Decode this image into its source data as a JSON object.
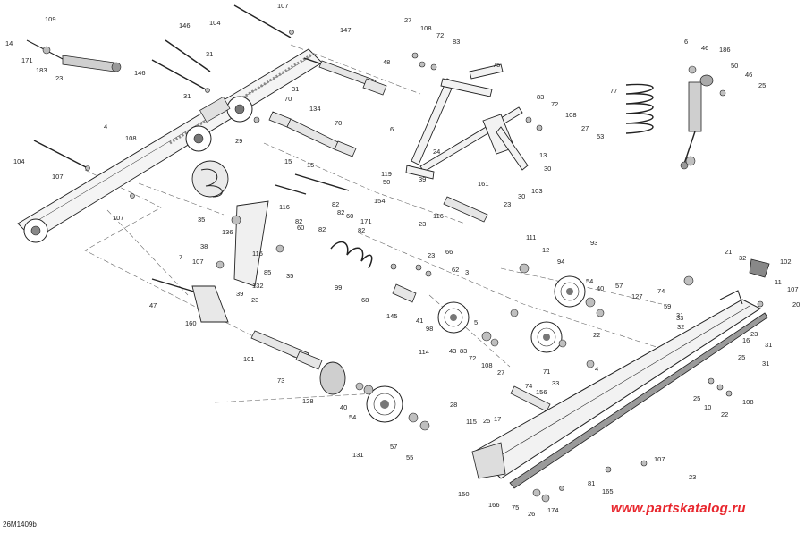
{
  "diagram": {
    "doc_id": "26M1409b",
    "watermark": "www.partskatalog.ru",
    "colors": {
      "line": "#222222",
      "dash": "#555555",
      "metal": "#bdbdbd",
      "dark": "#6a6a6a",
      "watermark": "#e8262d"
    },
    "callouts": [
      "109",
      "14",
      "171",
      "183",
      "23",
      "104",
      "107",
      "146",
      "31",
      "146",
      "31",
      "4",
      "108",
      "104",
      "107",
      "107",
      "29",
      "31",
      "70",
      "134",
      "70",
      "147",
      "48",
      "27",
      "108",
      "72",
      "83",
      "75",
      "6",
      "46",
      "186",
      "50",
      "46",
      "25",
      "77",
      "53",
      "83",
      "72",
      "108",
      "27",
      "15",
      "15",
      "6",
      "24",
      "119",
      "50",
      "154",
      "39",
      "82",
      "82",
      "60",
      "171",
      "82",
      "116",
      "60",
      "82",
      "116",
      "23",
      "161",
      "13",
      "30",
      "23",
      "30",
      "103",
      "35",
      "136",
      "38",
      "85",
      "35",
      "116",
      "132",
      "82",
      "7",
      "107",
      "39",
      "23",
      "47",
      "160",
      "99",
      "68",
      "23",
      "66",
      "62",
      "3",
      "145",
      "41",
      "5",
      "98",
      "43",
      "111",
      "12",
      "94",
      "93",
      "54",
      "40",
      "57",
      "127",
      "114",
      "83",
      "72",
      "108",
      "27",
      "101",
      "73",
      "40",
      "54",
      "128",
      "131",
      "57",
      "55",
      "28",
      "115",
      "25",
      "17",
      "150",
      "156",
      "33",
      "74",
      "71",
      "22",
      "21",
      "32",
      "102",
      "74",
      "59",
      "33",
      "31",
      "32",
      "11",
      "107",
      "20",
      "16",
      "23",
      "31",
      "25",
      "31",
      "25",
      "10",
      "22",
      "108",
      "4",
      "107",
      "23",
      "81",
      "165",
      "166",
      "75",
      "26",
      "174"
    ]
  }
}
